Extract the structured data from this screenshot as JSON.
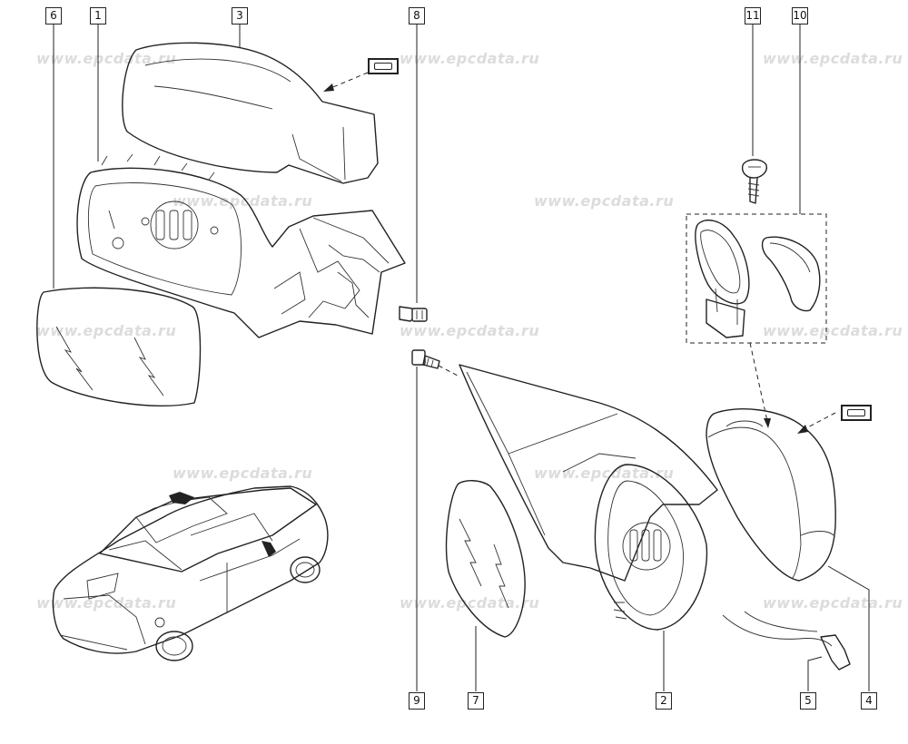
{
  "watermark_text": "www.epcdata.ru",
  "callouts": {
    "c1": "1",
    "c2": "2",
    "c3": "3",
    "c4": "4",
    "c5": "5",
    "c6": "6",
    "c7": "7",
    "c8": "8",
    "c9": "9",
    "c10": "10",
    "c11": "11"
  }
}
